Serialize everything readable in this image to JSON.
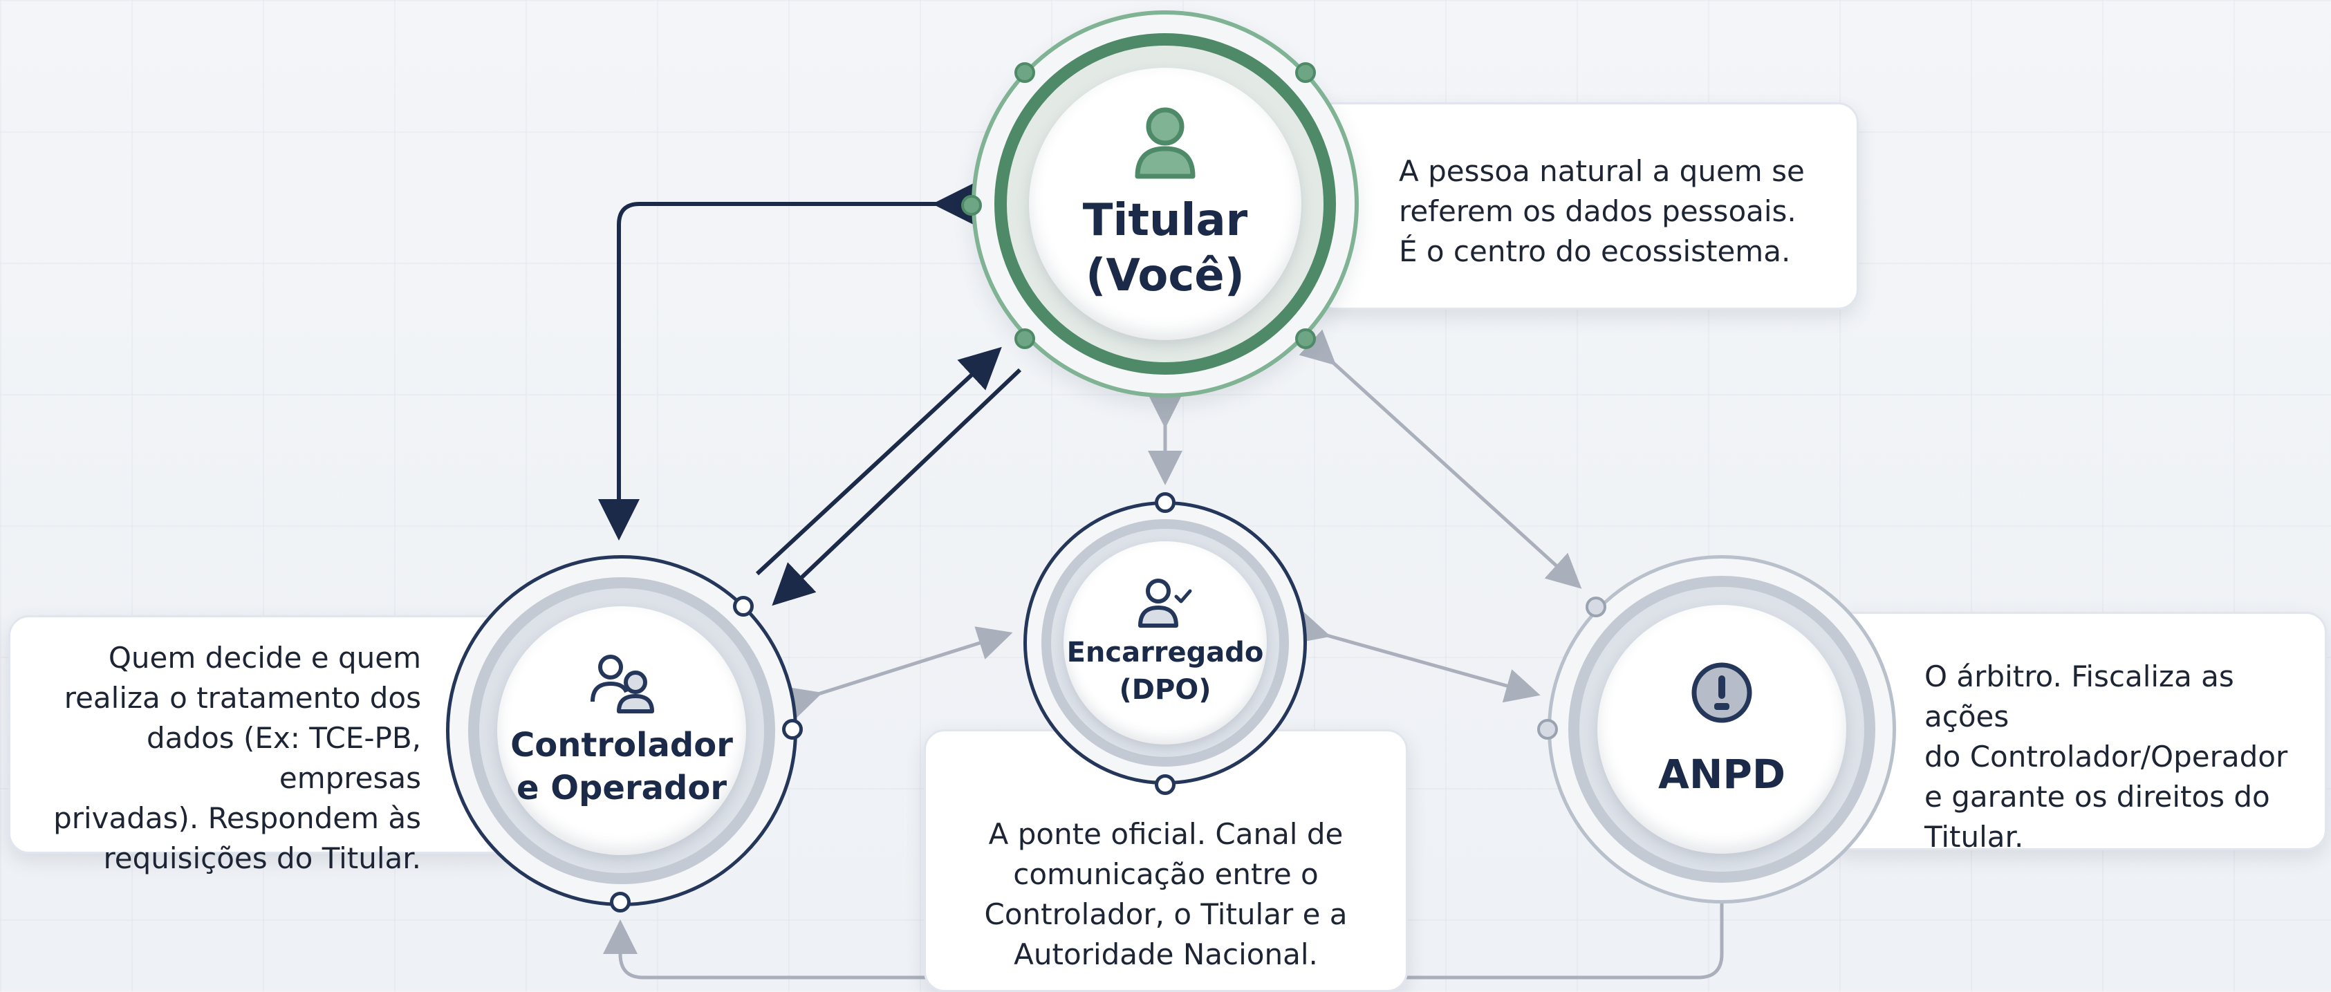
{
  "nodes": {
    "titular": {
      "title_line1": "Titular",
      "title_line2": "(Você)",
      "icon": "person-icon"
    },
    "controlador": {
      "title_line1": "Controlador",
      "title_line2": "e Operador",
      "icon": "users-icon"
    },
    "dpo": {
      "title_line1": "Encarregado",
      "title_line2": "(DPO)",
      "icon": "user-check-icon"
    },
    "anpd": {
      "title_line1": "ANPD",
      "icon": "exclamation-icon"
    }
  },
  "descriptions": {
    "titular": [
      "A pessoa natural a quem se",
      "referem os dados pessoais.",
      "É o centro do ecossistema."
    ],
    "controlador": [
      "Quem decide e quem",
      "realiza o tratamento dos",
      "dados (Ex: TCE-PB, empresas",
      "privadas). Respondem às",
      "requisições do Titular."
    ],
    "dpo": [
      "A ponte oficial. Canal de",
      "comunicação entre o",
      "Controlador, o Titular e a",
      "Autoridade Nacional."
    ],
    "anpd": [
      "O árbitro. Fiscaliza as ações",
      "do Controlador/Operador",
      "e garante os direitos do",
      "Titular."
    ]
  },
  "colors": {
    "navy": "#1b2a48",
    "green": "#4f8a68",
    "grey": "#a9b0bb"
  }
}
